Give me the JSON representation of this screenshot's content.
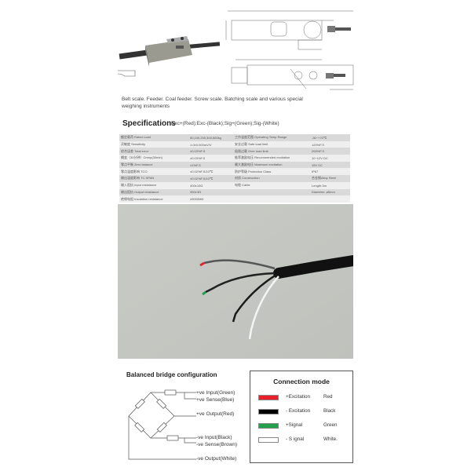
{
  "caption": "Belt scale. Feeder. Coal feeder. Screw scale. Batching scale and various special weighing instruments",
  "specifications": {
    "title": "Specifications",
    "wiring": "Exc+(Red);Exc-(Black);Sig+(Green);Sig-(White)",
    "rows": [
      [
        "额定载荷 Rated Load",
        "50,100,200,300,500kg",
        "工作温度范围 Operating Temp Range",
        "-30~+70℃"
      ],
      [
        "灵敏度 Sensitivity",
        "1.0±0.003mV/V",
        "安全过载 Safe load limit",
        "120%F.S"
      ],
      [
        "综合误差 Total error",
        "±0.03%F.S",
        "极限过载 Over load limit",
        "200%F.S"
      ],
      [
        "蠕变（30分钟）Creep(30min)",
        "±0.03%F.S",
        "推荐激励电压 Recommended excitation",
        "10~12V DC"
      ],
      [
        "零点平衡 Zero balance",
        "±1%F.S",
        "最大激励电压 Maximum excitation",
        "15V DC"
      ],
      [
        "零点温度影响 TCO",
        "±0.02%F.S/10℃",
        "防护等级 Protection Class",
        "IP67"
      ],
      [
        "输出温度影响 TC SPAN",
        "±0.02%F.S/10℃",
        "材质 Construction",
        "合金钢Alloy Steel"
      ],
      [
        "输入阻抗 Input resistance",
        "400±10Ω",
        "电缆 Cable",
        "Length:3m"
      ],
      [
        "输出阻抗 Output resistance",
        "350±3Ω",
        "",
        "Diameter: ø5mm"
      ],
      [
        "绝缘电阻 Insulation resistance",
        "≥5000MΩ",
        "",
        ""
      ]
    ]
  },
  "bridge": {
    "title": "Balanced bridge configuration",
    "labels": [
      "+ve Input(Green)",
      "+ve Sense(Blue)",
      "+ve Output(Red)",
      "-ve Input(Black)",
      "-ve Sense(Brown)",
      "-ve Output(White)"
    ]
  },
  "connection_mode": {
    "title": "Connection mode",
    "items": [
      {
        "signal": "+Excitation",
        "color_name": "Red",
        "color": "#e8212a"
      },
      {
        "signal": "- Excitation",
        "color_name": "Black",
        "color": "#000000"
      },
      {
        "signal": "+Signal",
        "color_name": "Green",
        "color": "#22a04b"
      },
      {
        "signal": "- S ignal",
        "color_name": "White.",
        "color": "#ffffff"
      }
    ]
  }
}
